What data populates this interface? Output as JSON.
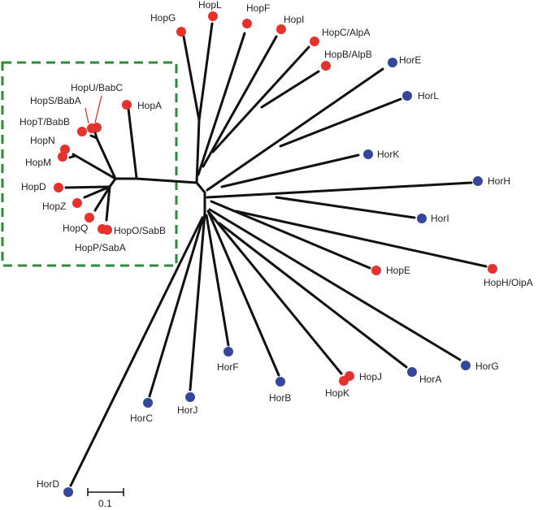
{
  "colors": {
    "hop": "#e5322d",
    "hor": "#34479b",
    "highlight_box": "#2e8b3a",
    "branch": "#111111"
  },
  "scale_bar": {
    "label": "0.1"
  },
  "leaves": {
    "HopA": "HopA",
    "HopS": "HopS/BabA",
    "HopU": "HopU/BabC",
    "HopT": "HopT/BabB",
    "HopN": "HopN",
    "HopM": "HopM",
    "HopD": "HopD",
    "HopZ": "HopZ",
    "HopQ": "HopQ",
    "HopO": "HopO/SabB",
    "HopP": "HopP/SabA",
    "HopG": "HopG",
    "HopL": "HopL",
    "HopF": "HopF",
    "HopI": "HopI",
    "HopC": "HopC/AlpA",
    "HopB": "HopB/AlpB",
    "HorE": "HorE",
    "HorL": "HorL",
    "HorK": "HorK",
    "HorH": "HorH",
    "HorI": "HorI",
    "HopE": "HopE",
    "HopH": "HopH/OipA",
    "HorG": "HorG",
    "HorA": "HorA",
    "HopJ": "HopJ",
    "HopK": "HopK",
    "HorB": "HorB",
    "HorF": "HorF",
    "HorJ": "HorJ",
    "HorC": "HorC",
    "HorD": "HorD"
  }
}
